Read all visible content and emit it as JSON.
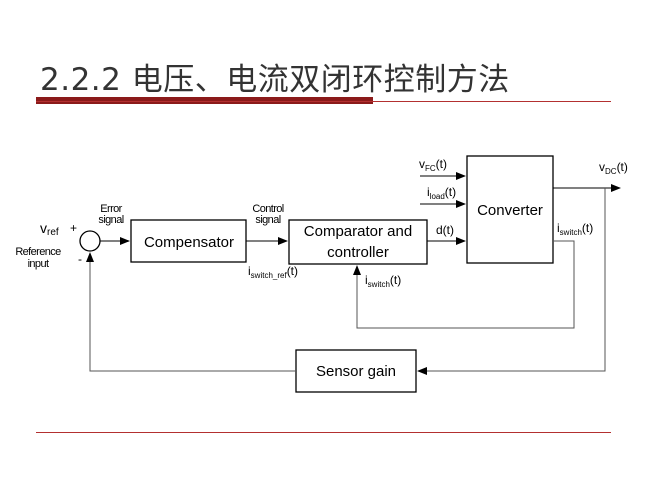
{
  "slide": {
    "title": "2.2.2 电压、电流双闭环控制方法"
  },
  "diagram": {
    "blocks": {
      "compensator": "Compensator",
      "comparator_line1": "Comparator and",
      "comparator_line2": "controller",
      "converter": "Converter",
      "sensor_gain": "Sensor gain"
    },
    "signals": {
      "v_ref_main": "v",
      "v_ref_sub": "ref",
      "plus": "+",
      "minus": "-",
      "reference_line1": "Reference",
      "reference_line2": "input",
      "error_line1": "Error",
      "error_line2": "signal",
      "control_line1": "Control",
      "control_line2": "signal",
      "i_switch_ref_main": "i",
      "i_switch_ref_sub": "switch_ref",
      "i_switch_ref_tail": "(t)",
      "d_t": "d(t)",
      "v_fc_main": "v",
      "v_fc_sub": "FC",
      "v_fc_tail": "(t)",
      "i_load_main": "i",
      "i_load_sub": "load",
      "i_load_tail": "(t)",
      "i_switch_main": "i",
      "i_switch_sub": "switch",
      "i_switch_tail": "(t)",
      "v_dc_main": "v",
      "v_dc_sub": "DC",
      "v_dc_tail": "(t)"
    }
  }
}
